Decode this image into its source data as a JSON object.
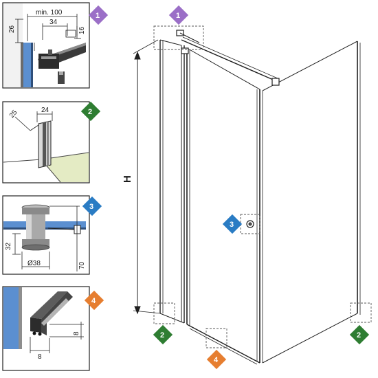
{
  "labels": {
    "height": "H",
    "dim_min100": "min. 100",
    "dim_34": "34",
    "dim_26": "26",
    "dim_16": "16",
    "dim_25": "25",
    "dim_24": "24",
    "dim_32": "32",
    "dim_d38": "Ø38",
    "dim_70": "70",
    "dim_8a": "8",
    "dim_8b": "8"
  },
  "badges": {
    "b1": "1",
    "b2": "2",
    "b3": "3",
    "b4": "4"
  },
  "colors": {
    "purple": "#9b6fc7",
    "green": "#2e7d32",
    "blue": "#2a7cc4",
    "orange": "#e67e30",
    "glass": "#5b8fd0",
    "floor": "#e4ebc4"
  }
}
